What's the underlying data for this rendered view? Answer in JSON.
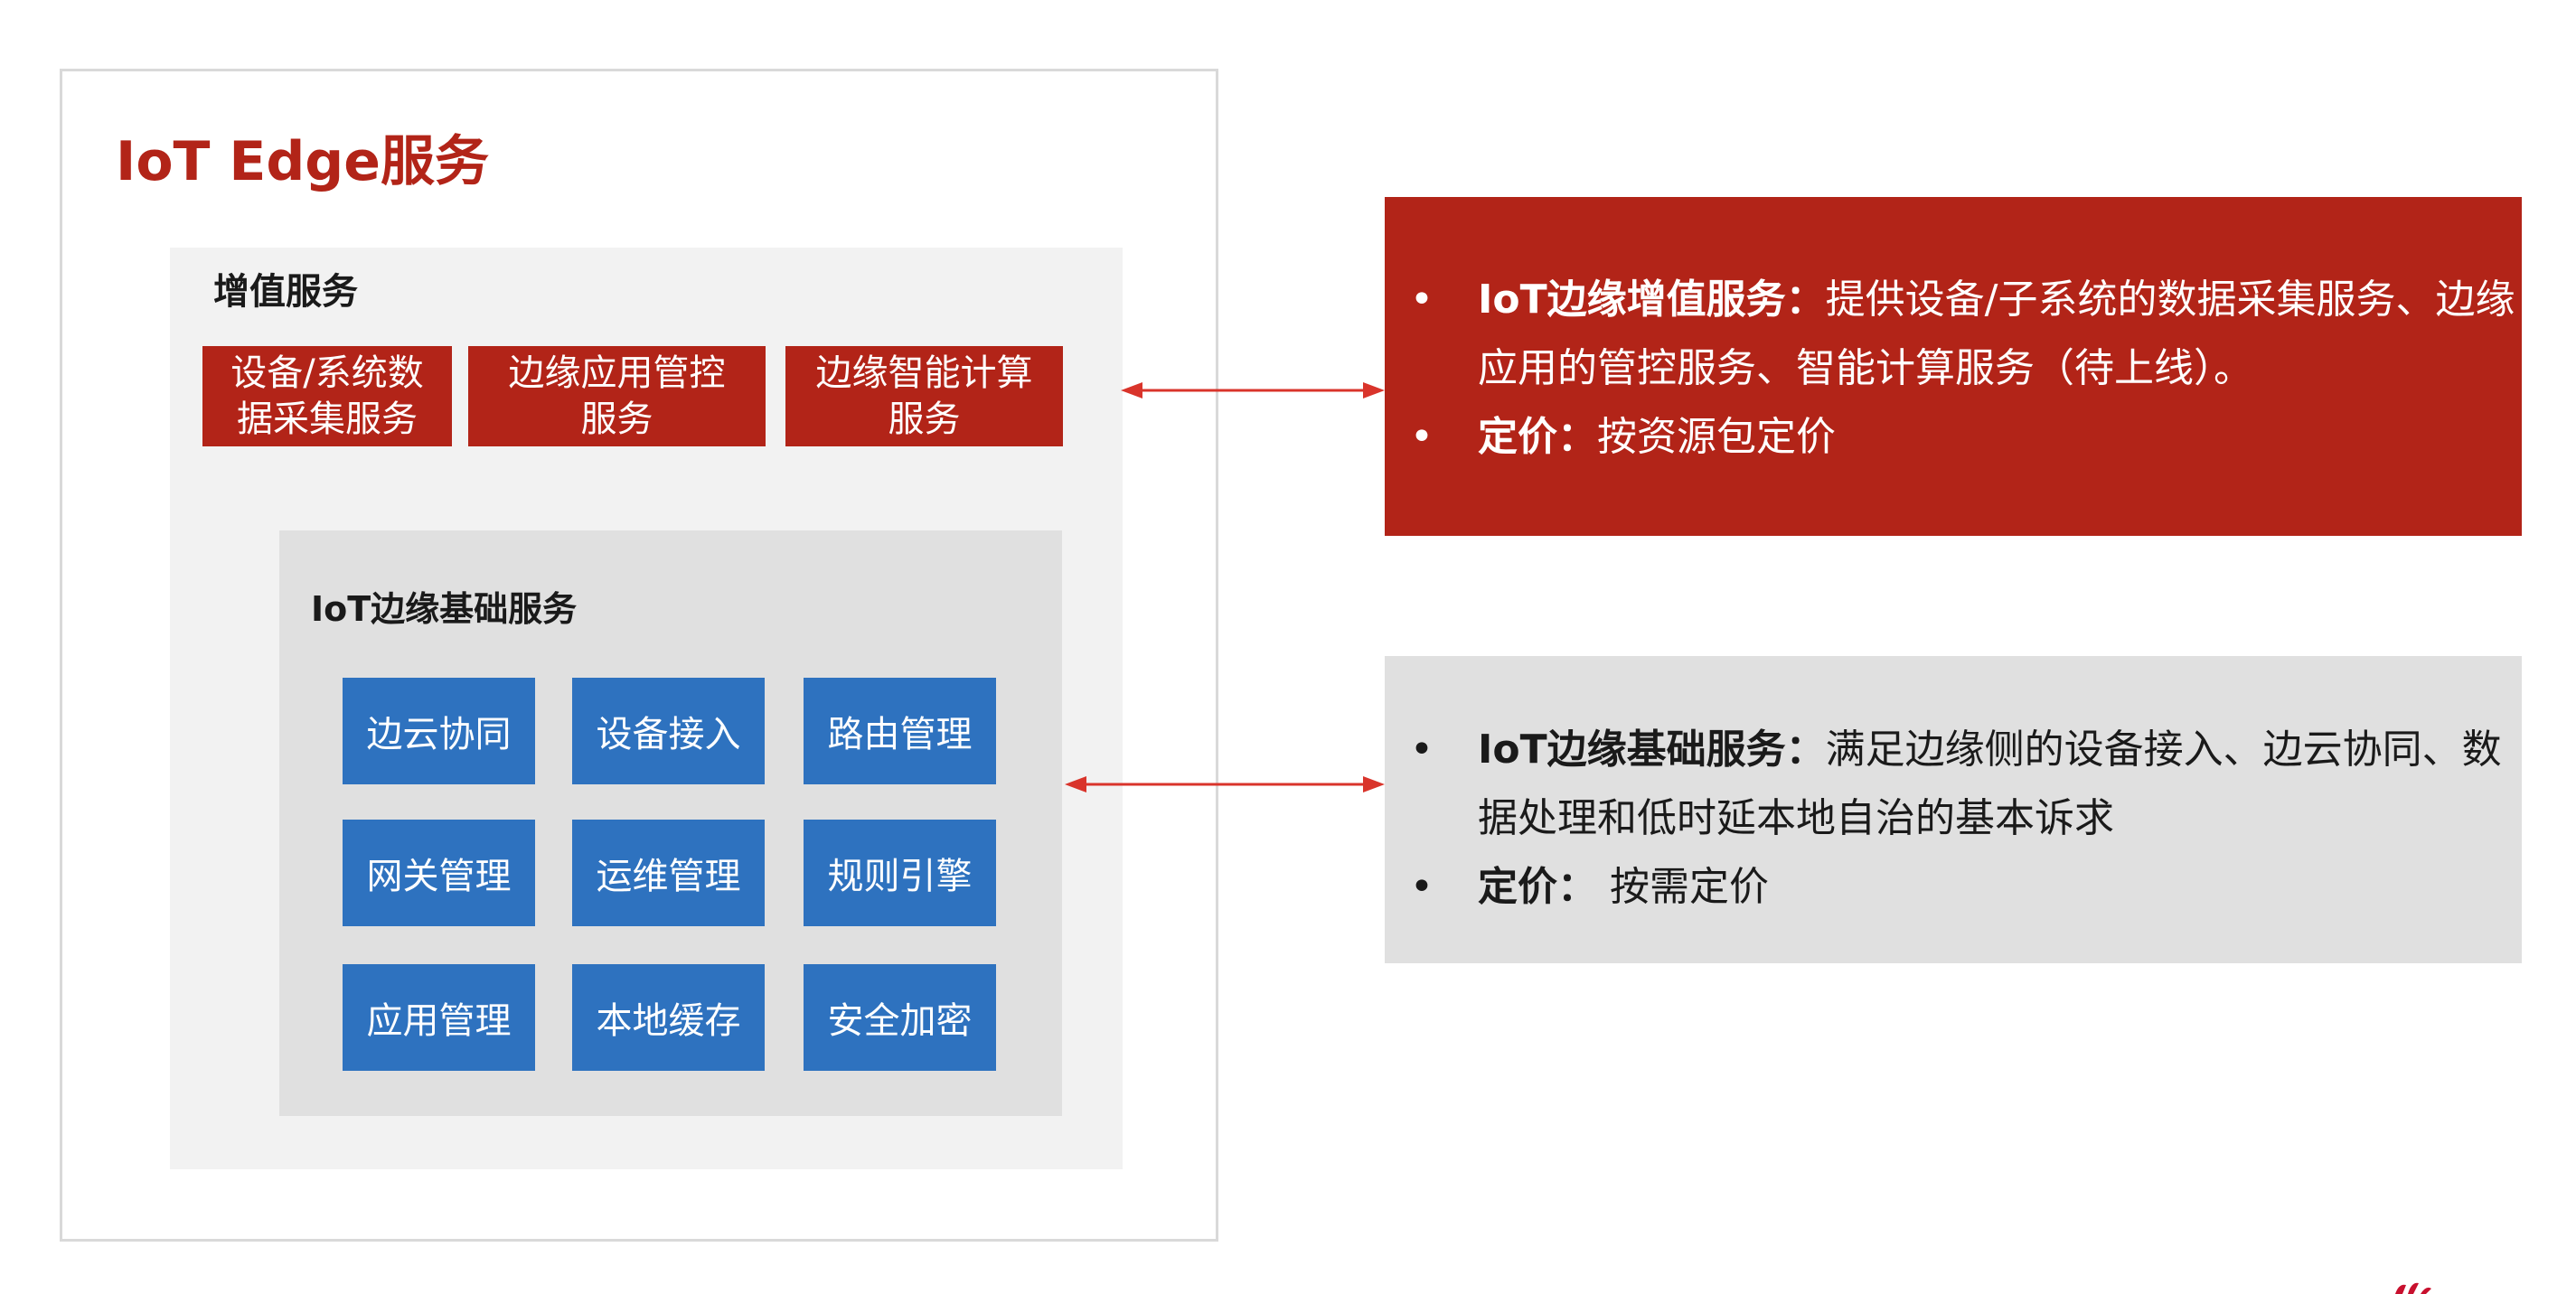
{
  "title": "IoT Edge服务",
  "value_added": {
    "heading": "增值服务",
    "items": [
      {
        "line1": "设备/系统数",
        "line2": "据采集服务"
      },
      {
        "line1": "边缘应用管控",
        "line2": "服务"
      },
      {
        "line1": "边缘智能计算",
        "line2": "服务"
      }
    ]
  },
  "basic": {
    "heading": "IoT边缘基础服务",
    "items": [
      "边云协同",
      "设备接入",
      "路由管理",
      "网关管理",
      "运维管理",
      "规则引擎",
      "应用管理",
      "本地缓存",
      "安全加密"
    ]
  },
  "info_red": {
    "bullets": [
      {
        "label": "IoT边缘增值服务：",
        "text": "提供设备/子系统的数据采集服务、边缘应用的管控服务、智能计算服务（待上线）。"
      },
      {
        "label": "定价：",
        "text": "按资源包定价"
      }
    ]
  },
  "info_gray": {
    "bullets": [
      {
        "label": "IoT边缘基础服务：",
        "text": "满足边缘侧的设备接入、边云协同、数据处理和低时延本地自治的基本诉求"
      },
      {
        "label": "定价：",
        "text": " 按需定价"
      }
    ]
  },
  "bullet_symbol": "•",
  "colors": {
    "accent_red": "#b22418",
    "accent_blue": "#2e72bf",
    "panel_gray": "#e0e0e0",
    "panel_light": "#f2f2f2"
  }
}
